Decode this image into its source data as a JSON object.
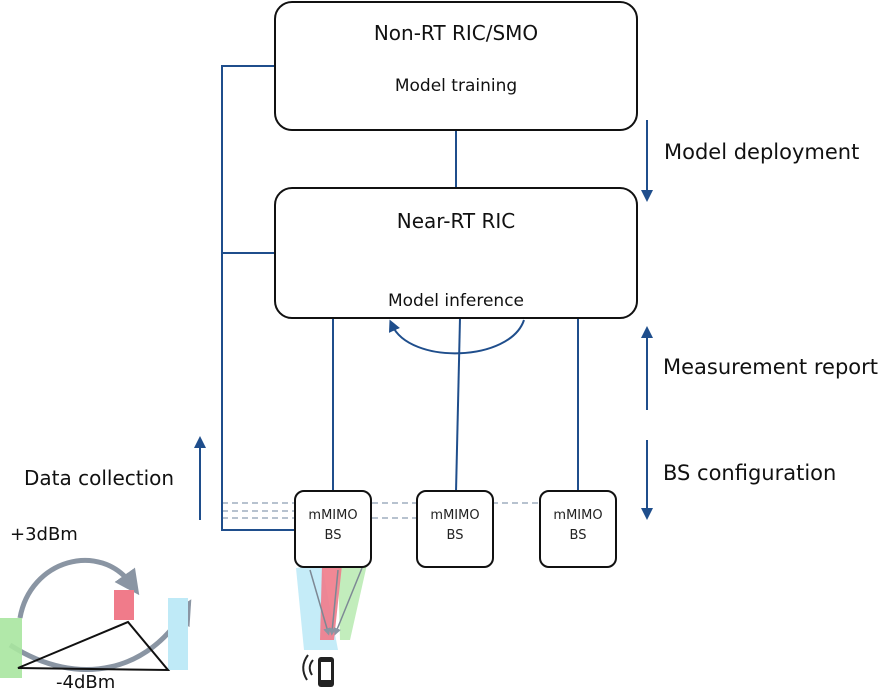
{
  "boxes": {
    "non_rt": {
      "title": "Non-RT RIC/SMO",
      "sub": "Model training"
    },
    "near_rt": {
      "title": "Near-RT RIC",
      "sub": "Model inference"
    }
  },
  "base_stations": [
    {
      "line1": "mMIMO",
      "line2": "BS"
    },
    {
      "line1": "mMIMO",
      "line2": "BS"
    },
    {
      "line1": "mMIMO",
      "line2": "BS"
    }
  ],
  "labels": {
    "model_deployment": "Model deployment",
    "measurement_report": "Measurement report",
    "bs_configuration": "BS configuration",
    "data_collection": "Data collection",
    "power_up": "+3dBm",
    "power_down": "-4dBm"
  },
  "colors": {
    "link": "#1f4e8c",
    "dashed": "#b7c2cf",
    "green": "#a8e6a0",
    "red": "#f07b8a",
    "cyan": "#bfeaf7"
  },
  "icons": [
    "cycle-arrow-icon",
    "phone-icon",
    "signal-icon"
  ]
}
